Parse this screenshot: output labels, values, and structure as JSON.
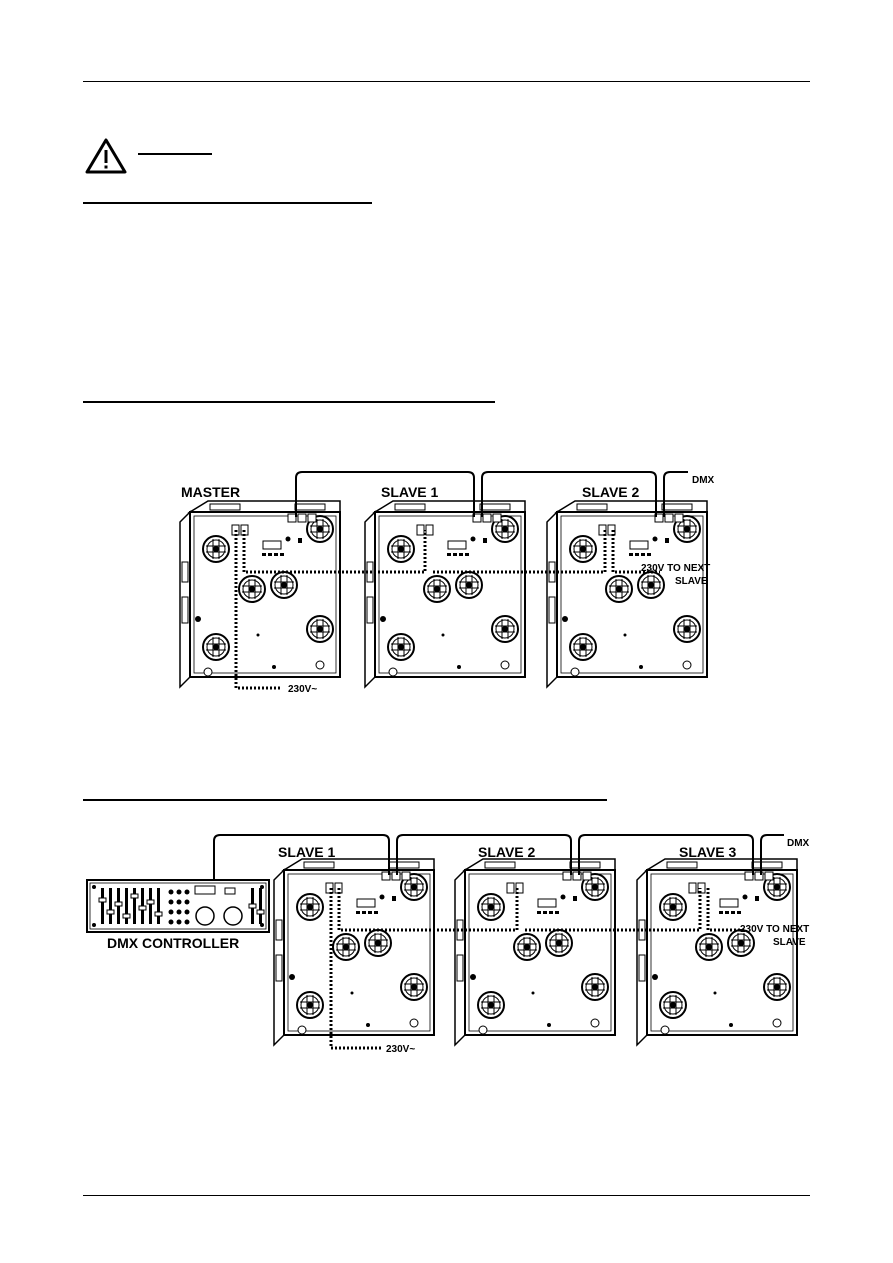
{
  "diagram1": {
    "units": [
      "MASTER",
      "SLAVE 1",
      "SLAVE 2"
    ],
    "dmx_label": "DMX",
    "power_in_label": "230V~",
    "next_label_line1": "230V TO NEXT",
    "next_label_line2": "SLAVE"
  },
  "diagram2": {
    "controller_label": "DMX CONTROLLER",
    "units": [
      "SLAVE 1",
      "SLAVE 2",
      "SLAVE 3"
    ],
    "dmx_label": "DMX",
    "power_in_label": "230V~",
    "next_label_line1": "230V TO NEXT",
    "next_label_line2": "SLAVE"
  }
}
